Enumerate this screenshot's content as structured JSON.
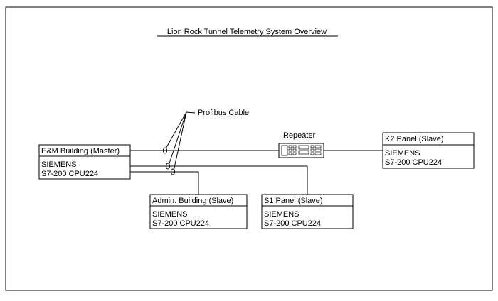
{
  "title": "Lion Rock Tunnel Telemetry System Overview",
  "cable_label": "Profibus Cable",
  "repeater_label": "Repeater",
  "nodes": {
    "master": {
      "title": "E&M Building (Master)",
      "line1": "SIEMENS",
      "line2": "S7-200 CPU224"
    },
    "k2": {
      "title": "K2 Panel (Slave)",
      "line1": "SIEMENS",
      "line2": "S7-200 CPU224"
    },
    "admin": {
      "title": "Admin. Building (Slave)",
      "line1": "SIEMENS",
      "line2": "S7-200 CPU224"
    },
    "s1": {
      "title": "S1 Panel (Slave)",
      "line1": "SIEMENS",
      "line2": "S7-200 CPU224"
    }
  },
  "colors": {
    "line": "#000000",
    "background": "#ffffff"
  }
}
